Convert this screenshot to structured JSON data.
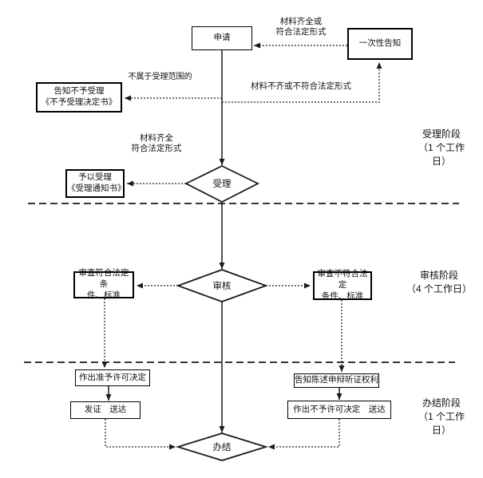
{
  "nodes": {
    "apply": "申请",
    "one_time_notice": "一次性告知",
    "reject_notice": "告知不予受理\n《不予受理决定书》",
    "accept_notice": "予以受理\n《受理通知书》",
    "accept": "受理",
    "review": "审核",
    "review_pass": "审查符合法定条\n件、标准",
    "review_fail": "审查不符合法定\n条件、标准",
    "grant_decision": "作出准予许可决定",
    "issue_deliver": "发证　送达",
    "hearing_rights": "告知陈述申辩听证权利",
    "deny_decision": "作出不予许可决定　送达",
    "finish": "办结"
  },
  "edge_labels": {
    "complete_or_legal": "材料齐全或\n符合法定形式",
    "out_of_scope": "不属于受理范围的",
    "incomplete_or_illegal": "材料不齐或不符合法定形式",
    "complete_legal": "材料齐全\n符合法定形式"
  },
  "stages": {
    "accept_stage": "受理阶段\n（1 个工作\n日）",
    "review_stage": "审核阶段\n（4 个工作日）",
    "finish_stage": "办结阶段\n（1 个工作\n日）"
  },
  "colors": {
    "line": "#1a1a1a",
    "background": "#ffffff"
  }
}
